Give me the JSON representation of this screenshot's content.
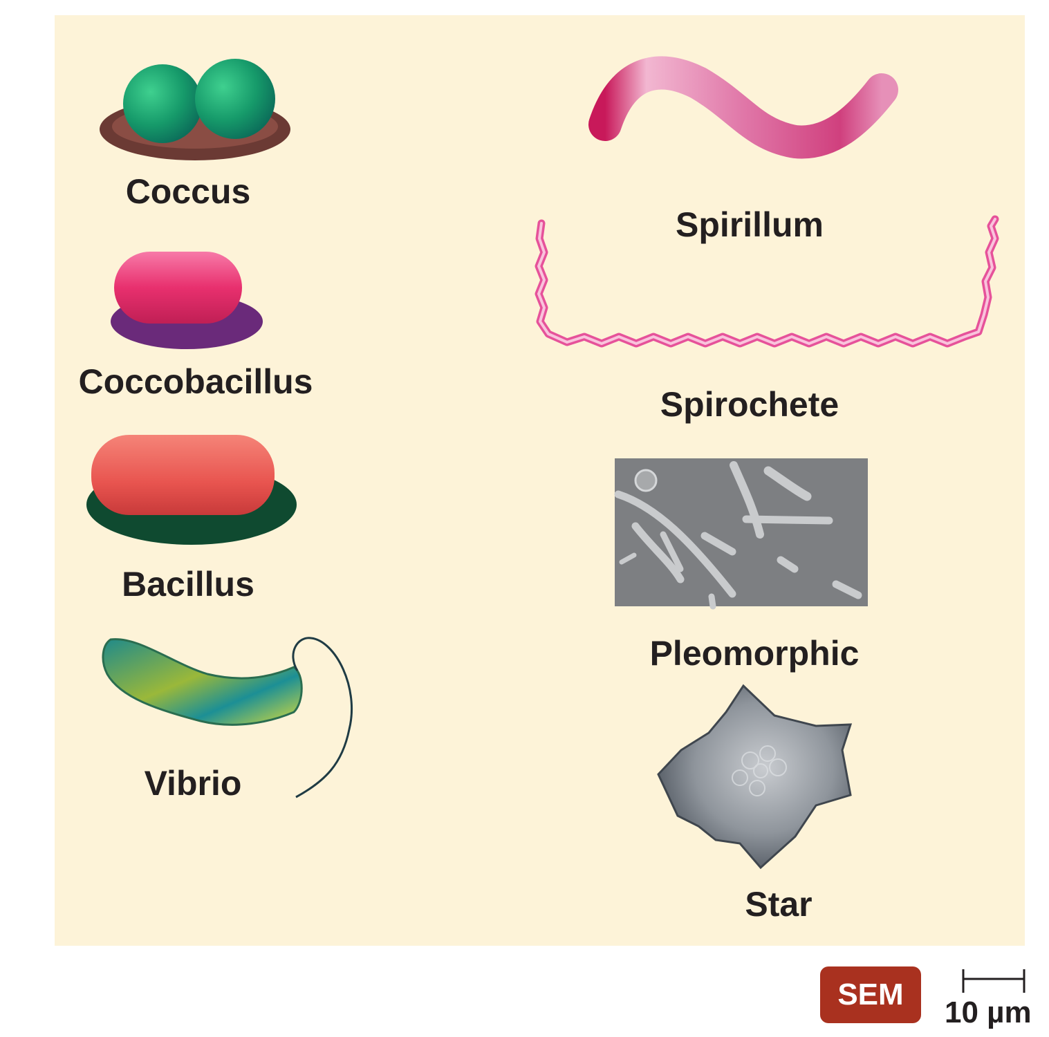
{
  "colors": {
    "panel_background": "#fdf3d8",
    "label_text": "#231f20",
    "sem_badge": "#a9311f",
    "sem_text": "#ffffff"
  },
  "shapes": [
    {
      "label": "Coccus",
      "icon": "coccus-icon"
    },
    {
      "label": "Coccobacillus",
      "icon": "coccobacillus-icon"
    },
    {
      "label": "Bacillus",
      "icon": "bacillus-icon"
    },
    {
      "label": "Vibrio",
      "icon": "vibrio-icon"
    },
    {
      "label": "Spirillum",
      "icon": "spirillum-icon"
    },
    {
      "label": "Spirochete",
      "icon": "spirochete-icon"
    },
    {
      "label": "Pleomorphic",
      "icon": "pleomorphic-icon"
    },
    {
      "label": "Star",
      "icon": "star-icon"
    }
  ],
  "badge": {
    "label": "SEM"
  },
  "scale_bar": {
    "label": "10 µm"
  }
}
